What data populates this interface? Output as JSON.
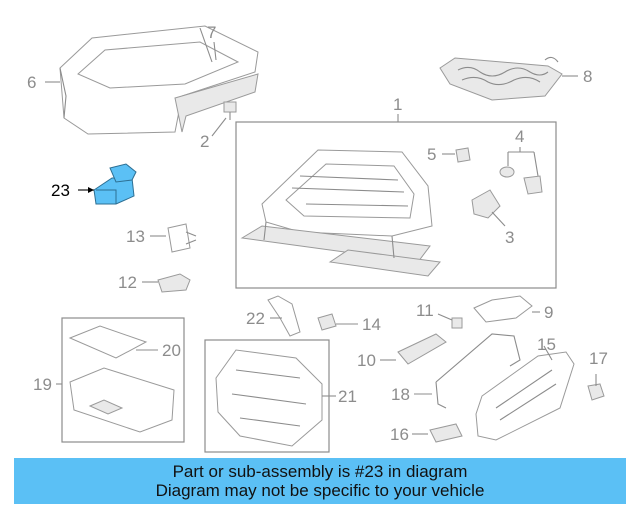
{
  "colors": {
    "highlight_part": "#5bc0f5",
    "banner_bg": "#5bc0f5",
    "linework": "#8c8c8c"
  },
  "callouts": {
    "n1": "1",
    "n2": "2",
    "n3": "3",
    "n4": "4",
    "n5": "5",
    "n6": "6",
    "n7": "7",
    "n8": "8",
    "n9": "9",
    "n10": "10",
    "n11": "11",
    "n12": "12",
    "n13": "13",
    "n14": "14",
    "n15": "15",
    "n16": "16",
    "n17": "17",
    "n18": "18",
    "n19": "19",
    "n20": "20",
    "n21": "21",
    "n22": "22",
    "n23": "23"
  },
  "highlighted_part": "23",
  "banner": {
    "line1": "Part or sub-assembly is #23 in diagram",
    "line2": "Diagram may not be specific to your vehicle"
  }
}
